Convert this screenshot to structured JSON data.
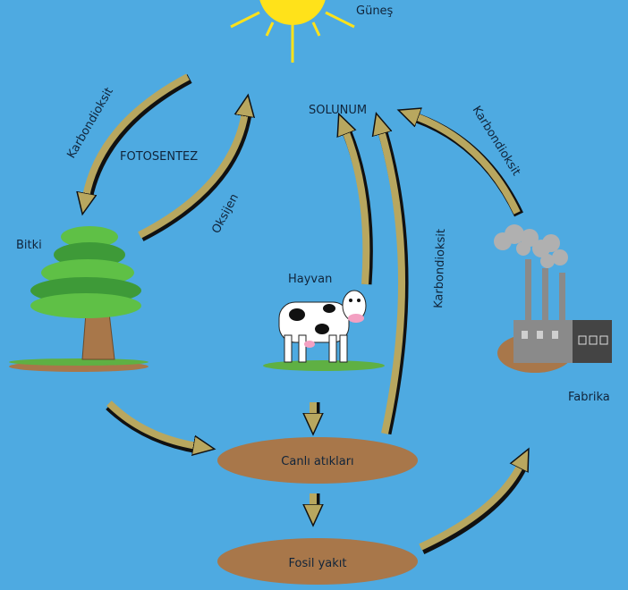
{
  "labels": {
    "sun": "Güneş",
    "respiration": "SOLUNUM",
    "photosynthesis": "FOTOSENTEZ",
    "co2_left": "Karbondioksit",
    "oxygen": "Oksijen",
    "co2_right": "Karbondioksit",
    "co2_middle": "Karbondioksit",
    "plant": "Bitki",
    "animal": "Hayvan",
    "factory": "Fabrika",
    "organic_waste": "Canlı atıkları",
    "fossil_fuel": "Fosil yakıt"
  },
  "colors": {
    "background": "#4eaae1",
    "arrow": "#b8a75f",
    "sun": "#ffe21a",
    "soil": "#a8774a"
  }
}
